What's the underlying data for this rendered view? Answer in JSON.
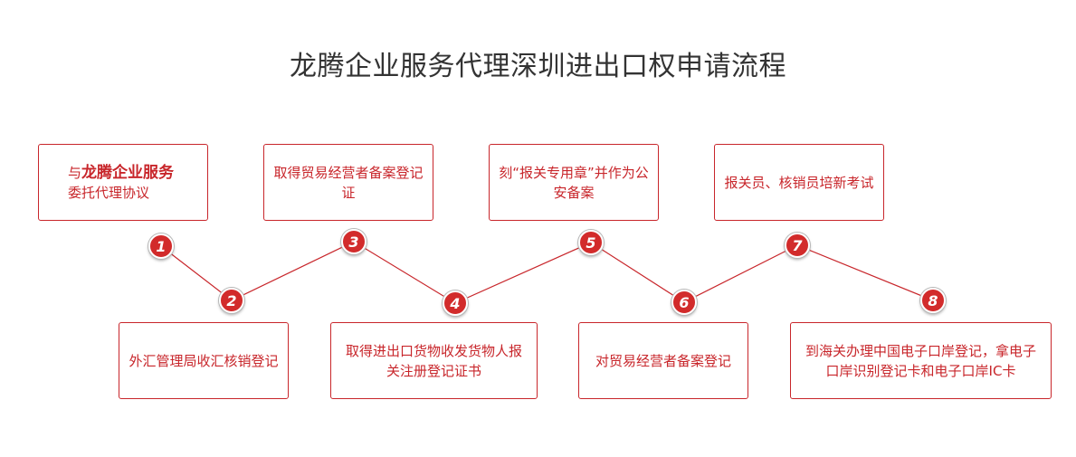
{
  "title": "龙腾企业服务代理深圳进出口权申请流程",
  "steps": [
    {
      "number": "1",
      "prefix": "与",
      "highlight": "龙腾企业服务",
      "text": "委托代理协议"
    },
    {
      "number": "2",
      "text": "外汇管理局收汇核销登记"
    },
    {
      "number": "3",
      "text": "取得贸易经营者备案登记证"
    },
    {
      "number": "4",
      "text": "取得进出口货物收发货物人报关注册登记证书"
    },
    {
      "number": "5",
      "text": "刻“报关专用章”并作为公安备案"
    },
    {
      "number": "6",
      "text": "对贸易经营者备案登记"
    },
    {
      "number": "7",
      "text": "报关员、核销员培新考试"
    },
    {
      "number": "8",
      "text": "到海关办理中国电子口岸登记，拿电子口岸识别登记卡和电子口岸IC卡"
    }
  ],
  "colors": {
    "accent": "#c8262b",
    "title": "#333333"
  }
}
